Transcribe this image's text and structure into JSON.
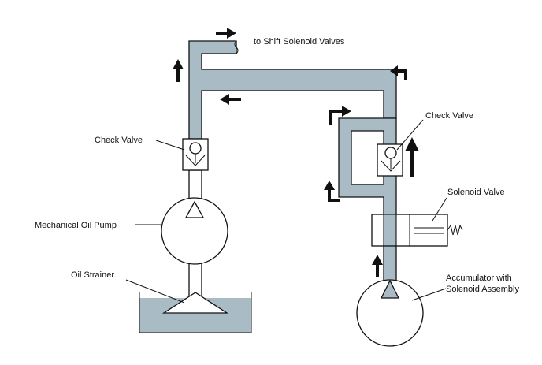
{
  "labels": {
    "shift_valves": "to Shift Solenoid Valves",
    "check_valve_left": "Check Valve",
    "check_valve_right": "Check Valve",
    "solenoid_valve": "Solenoid Valve",
    "mechanical_pump": "Mechanical Oil Pump",
    "oil_strainer": "Oil Strainer",
    "accumulator_line1": "Accumulator with",
    "accumulator_line2": "Solenoid Assembly"
  },
  "colors": {
    "pipe_fill": "#a9bcc6",
    "oil_fill": "#a9bcc6",
    "line": "#111111"
  }
}
